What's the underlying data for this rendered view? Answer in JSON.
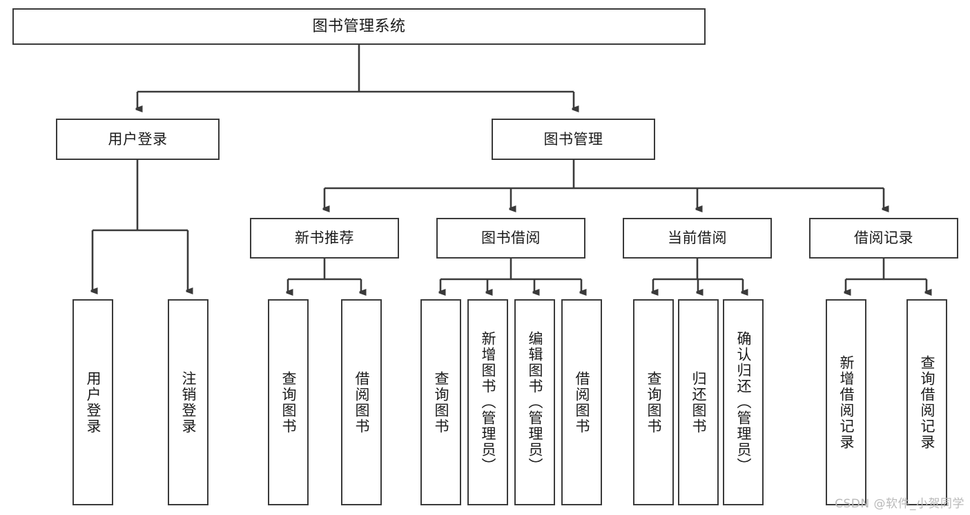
{
  "diagram": {
    "title": "图书管理系统",
    "type": "functional-structure-tree",
    "watermark": "CSDN @软件_小贺同学",
    "colors": {
      "stroke": "#3a3a3a",
      "fill": "#ffffff",
      "text": "#1a1a1a",
      "watermark": "#b9b9b9"
    },
    "levels": {
      "root": {
        "label": "图书管理系统"
      },
      "level2": [
        {
          "label": "用户登录"
        },
        {
          "label": "图书管理"
        }
      ],
      "level3": [
        {
          "label": "新书推荐"
        },
        {
          "label": "图书借阅"
        },
        {
          "label": "当前借阅"
        },
        {
          "label": "借阅记录"
        }
      ],
      "leaves": {
        "user_login": [
          {
            "label": "用户登录"
          },
          {
            "label": "注销登录"
          }
        ],
        "new_book_recommend": [
          {
            "label": "查询图书"
          },
          {
            "label": "借阅图书"
          }
        ],
        "book_borrow": [
          {
            "label": "查询图书"
          },
          {
            "label": "新增图书（管理员）"
          },
          {
            "label": "编辑图书（管理员）"
          },
          {
            "label": "借阅图书"
          }
        ],
        "current_borrow": [
          {
            "label": "查询图书"
          },
          {
            "label": "归还图书"
          },
          {
            "label": "确认归还（管理员）"
          }
        ],
        "borrow_record": [
          {
            "label": "新增借阅记录"
          },
          {
            "label": "查询借阅记录"
          }
        ]
      }
    }
  }
}
